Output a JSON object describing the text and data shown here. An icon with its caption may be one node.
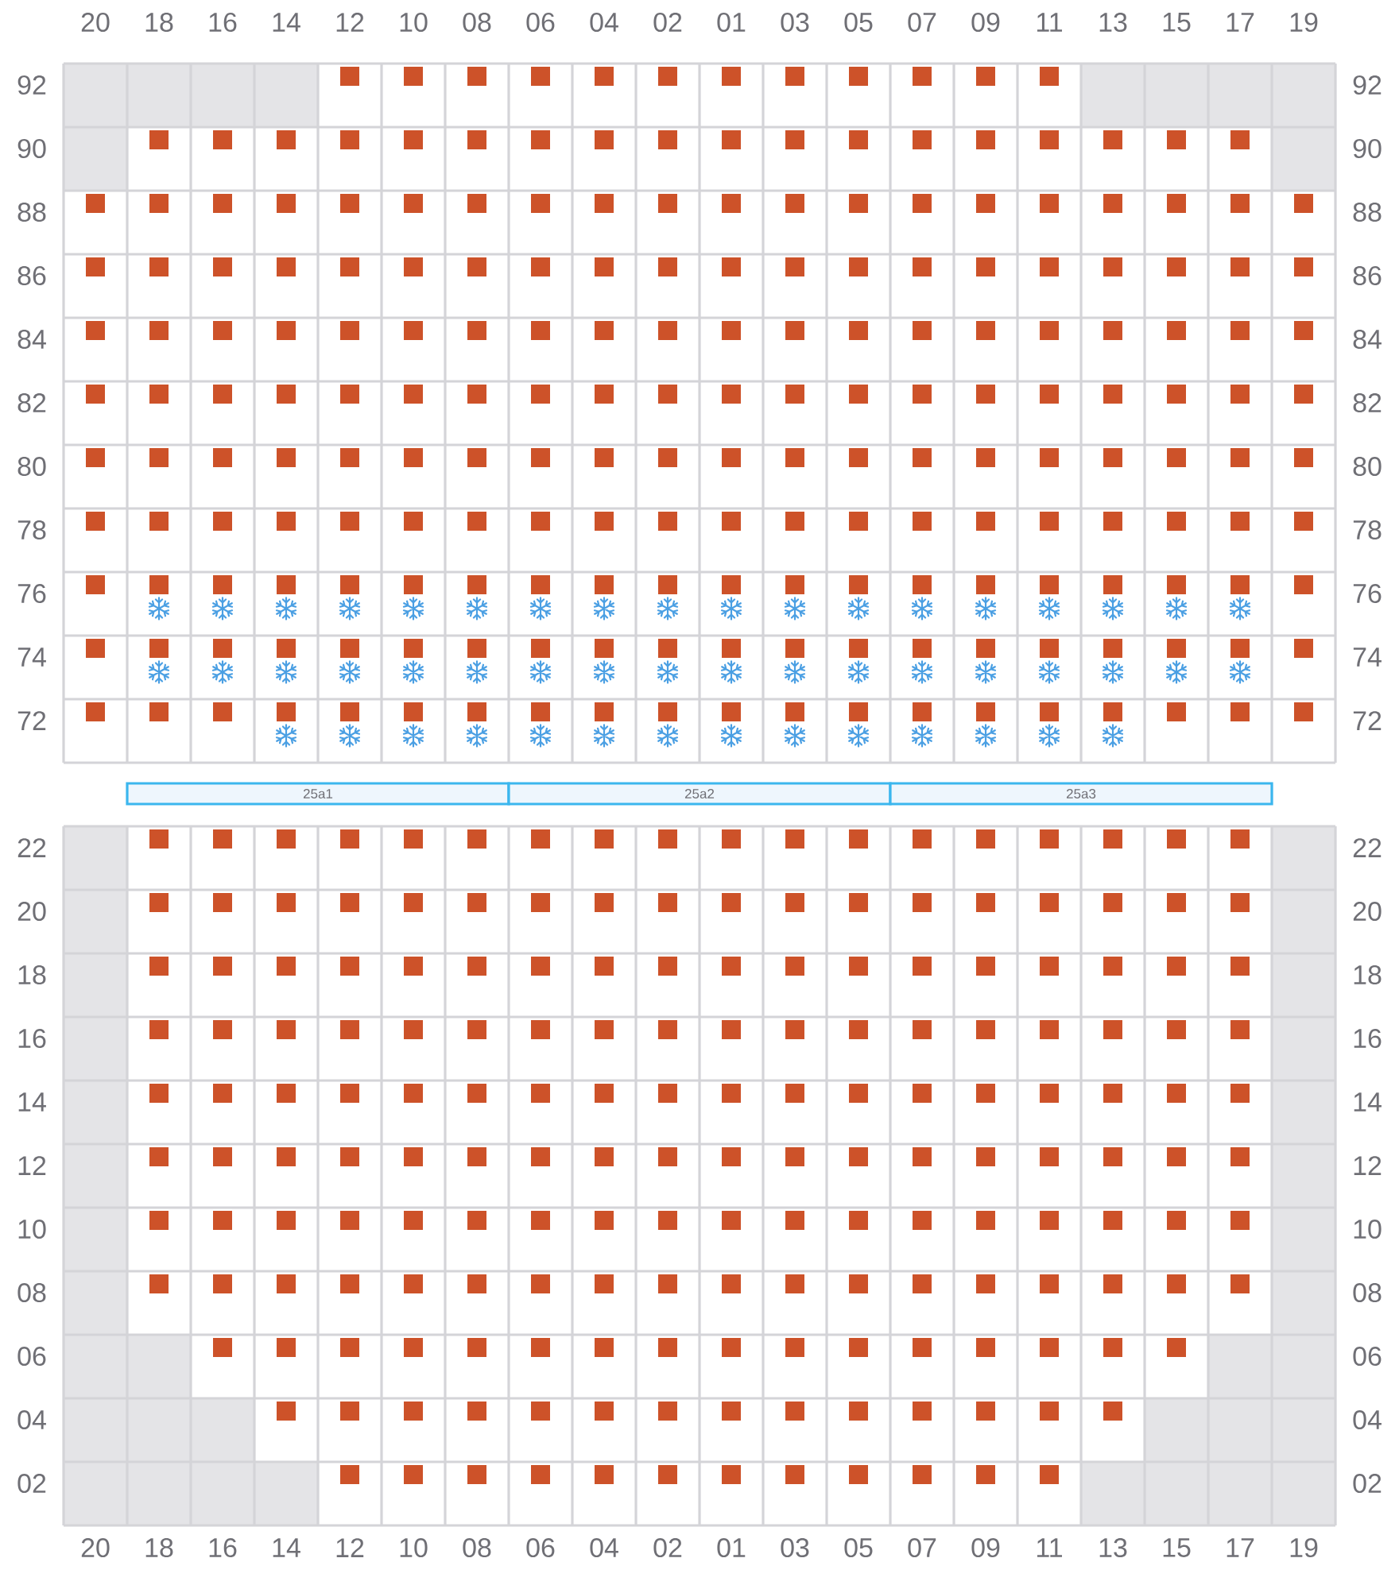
{
  "diagram": {
    "nodes": [
      {
        "text": [
          "25a1"
        ]
      },
      {
        "text": [
          "25a2"
        ]
      },
      {
        "text": [
          "25a3"
        ]
      }
    ],
    "labels": [
      "20",
      "18",
      "16",
      "14",
      "12",
      "10",
      "08",
      "06",
      "04",
      "02",
      "01",
      "03",
      "05",
      "07",
      "09",
      "11",
      "13",
      "15",
      "17",
      "19",
      "92",
      "92",
      "90",
      "90",
      "88",
      "88",
      "86",
      "86",
      "84",
      "84",
      "82",
      "82",
      "80",
      "80",
      "78",
      "78",
      "76",
      "76",
      "74",
      "74",
      "72",
      "72",
      "22",
      "22",
      "20",
      "20",
      "18",
      "18",
      "16",
      "16",
      "14",
      "14",
      "12",
      "12",
      "10",
      "10",
      "08",
      "08",
      "06",
      "06",
      "04",
      "04",
      "02",
      "02",
      "20",
      "18",
      "16",
      "14",
      "12",
      "10",
      "08",
      "06",
      "04",
      "02",
      "01",
      "03",
      "05",
      "07",
      "09",
      "11",
      "13",
      "15",
      "17",
      "19"
    ]
  }
}
